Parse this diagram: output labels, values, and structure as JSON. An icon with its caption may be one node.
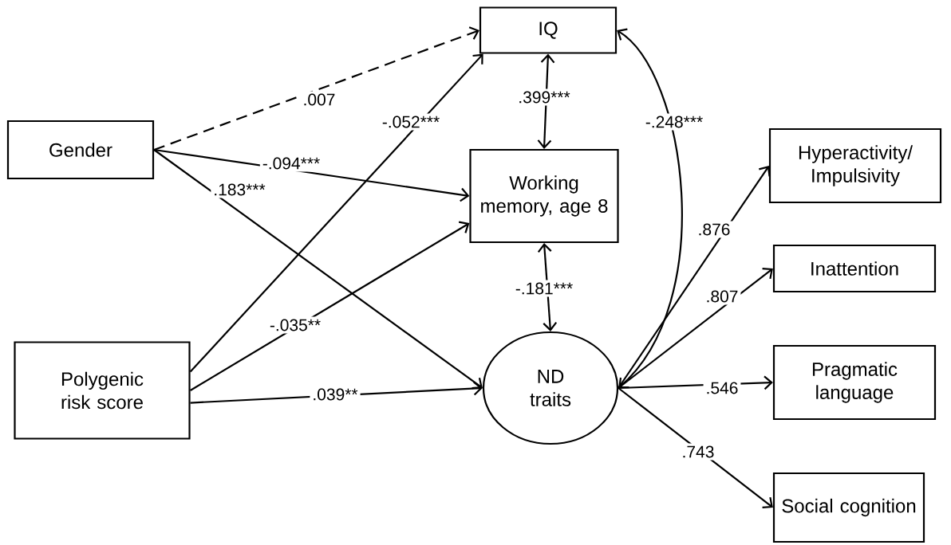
{
  "diagram": {
    "nodes": [
      {
        "text": [
          "IQ"
        ]
      },
      {
        "text": [
          "Gender"
        ]
      },
      {
        "text": [
          "Working memory, age 8"
        ]
      },
      {
        "text": [
          "Hyperactivity/ Impulsivity"
        ]
      },
      {
        "text": [
          "Polygenic risk score"
        ]
      },
      {
        "text": [
          "ND traits"
        ]
      },
      {
        "text": [
          "Inattention"
        ]
      },
      {
        "text": [
          "Pragmatic language"
        ]
      },
      {
        "text": [
          "Social cognition"
        ]
      }
    ],
    "edges": [
      {
        "from": 1,
        "to": 0,
        "arrow": "to",
        "label": ".007",
        "style": "dashed"
      },
      {
        "from": 1,
        "to": 2,
        "arrow": "to",
        "label": "-.094***"
      },
      {
        "from": 1,
        "to": 5,
        "arrow": "to",
        "label": ".183***"
      },
      {
        "from": 4,
        "to": 0,
        "arrow": "to",
        "label": "-.052***"
      },
      {
        "from": 4,
        "to": 2,
        "arrow": "to",
        "label": "-.035**"
      },
      {
        "from": 4,
        "to": 5,
        "arrow": "to",
        "label": ".039**"
      },
      {
        "from": 0,
        "to": 2,
        "arrow": "both",
        "label": ".399***"
      },
      {
        "from": 2,
        "to": 5,
        "arrow": "both",
        "label": "-.181***"
      },
      {
        "from": 5,
        "to": 0,
        "arrow": "both",
        "label": "-.248***"
      },
      {
        "from": 5,
        "to": 3,
        "arrow": "to",
        "label": ".876"
      },
      {
        "from": 5,
        "to": 6,
        "arrow": "to",
        "label": ".807"
      },
      {
        "from": 5,
        "to": 7,
        "arrow": "to",
        "label": ".546"
      },
      {
        "from": 5,
        "to": 8,
        "arrow": "to",
        "label": ".743"
      }
    ]
  }
}
